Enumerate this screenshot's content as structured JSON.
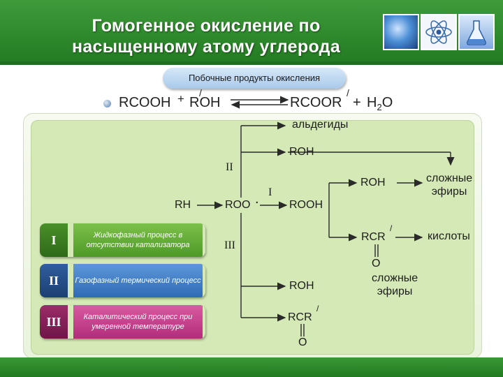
{
  "header": {
    "title_line1": "Гомогенное окисление по",
    "title_line2": "насыщенному атому углерода"
  },
  "pill": {
    "label": "Побочные продукты окисления"
  },
  "equation": {
    "left1": "RCOOH",
    "plus1": "+",
    "left2": "ROH",
    "prime1": "/",
    "right1": "RCOOR",
    "prime2": "/",
    "plus2": "+",
    "right2": "H",
    "sub2": "2",
    "right3": "O"
  },
  "scheme": {
    "rh": "RH",
    "roo": "ROO",
    "dot": ".",
    "rooh": "ROOH",
    "aldehydes": "альдегиды",
    "roh_top": "ROH",
    "label_II": "II",
    "label_I": "I",
    "label_III": "III",
    "roh_mid": "ROH",
    "esters1_l1": "сложные",
    "esters1_l2": "эфиры",
    "rcr1": "RCR",
    "rcr1_prime": "/",
    "acids": "кислоты",
    "o1": "O",
    "esters2_l1": "сложные",
    "esters2_l2": "эфиры",
    "roh_bottom": "ROH",
    "rcr2": "RCR",
    "rcr2_prime": "/",
    "o2": "O"
  },
  "legend": [
    {
      "roman": "I",
      "text": "Жидкофазный процесс в отсутствии катализатора",
      "color": "#5aa531"
    },
    {
      "roman": "II",
      "text": "Газофазный термический процесс",
      "color": "#3c74c2"
    },
    {
      "roman": "III",
      "text": "Каталитический процесс при умеренной температуре",
      "color": "#c23a86"
    }
  ]
}
